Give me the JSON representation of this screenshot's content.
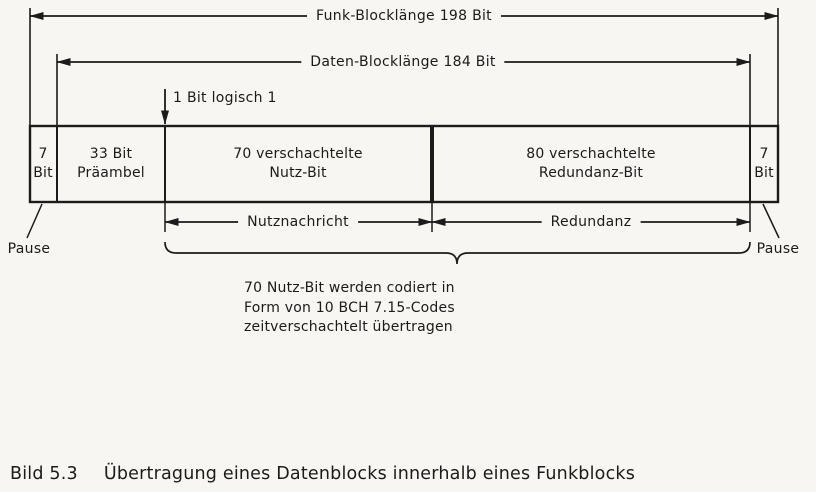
{
  "figure": {
    "arrows": {
      "funk": "Funk-Blocklänge 198 Bit",
      "daten": "Daten-Blocklänge 184 Bit"
    },
    "bit_marker": "1 Bit logisch 1",
    "cells": {
      "left_pause": "7\nBit",
      "praeambel": "33 Bit\nPräambel",
      "nutz": "70 verschachtelte\nNutz-Bit",
      "redundanz": "80 verschachtelte\nRedundanz-Bit",
      "right_pause": "7\nBit"
    },
    "spans": {
      "nutznachricht": "Nutznachricht",
      "redundanz": "Redundanz"
    },
    "pause_left": "Pause",
    "pause_right": "Pause",
    "note": "70 Nutz-Bit werden codiert in\nForm von 10 BCH 7.15-Codes\nzeitverschachtelt übertragen",
    "caption_number": "Bild 5.3",
    "caption_text": "Übertragung eines Datenblocks innerhalb eines Funkblocks"
  },
  "colors": {
    "paper": "#f7f6f2",
    "ink": "#1b1b1b"
  }
}
